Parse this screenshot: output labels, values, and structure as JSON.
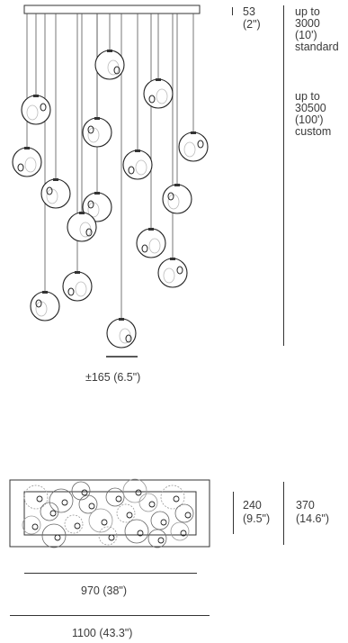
{
  "elevation": {
    "canopy_height": "53",
    "canopy_height_in": "(2\")",
    "drop_standard": [
      "up to",
      "3000",
      "(10')",
      "standard"
    ],
    "drop_custom": [
      "up to",
      "30500",
      "(100')",
      "custom"
    ],
    "pendant_diameter": "±165 (6.5\")"
  },
  "plan": {
    "inner_depth": "240",
    "inner_depth_in": "(9.5\")",
    "outer_depth": "370",
    "outer_depth_in": "(14.6\")",
    "inner_length": "970 (38\")",
    "outer_length": "1100 (43.3\")"
  },
  "colors": {
    "line": "#333333",
    "glass": "#222222"
  }
}
